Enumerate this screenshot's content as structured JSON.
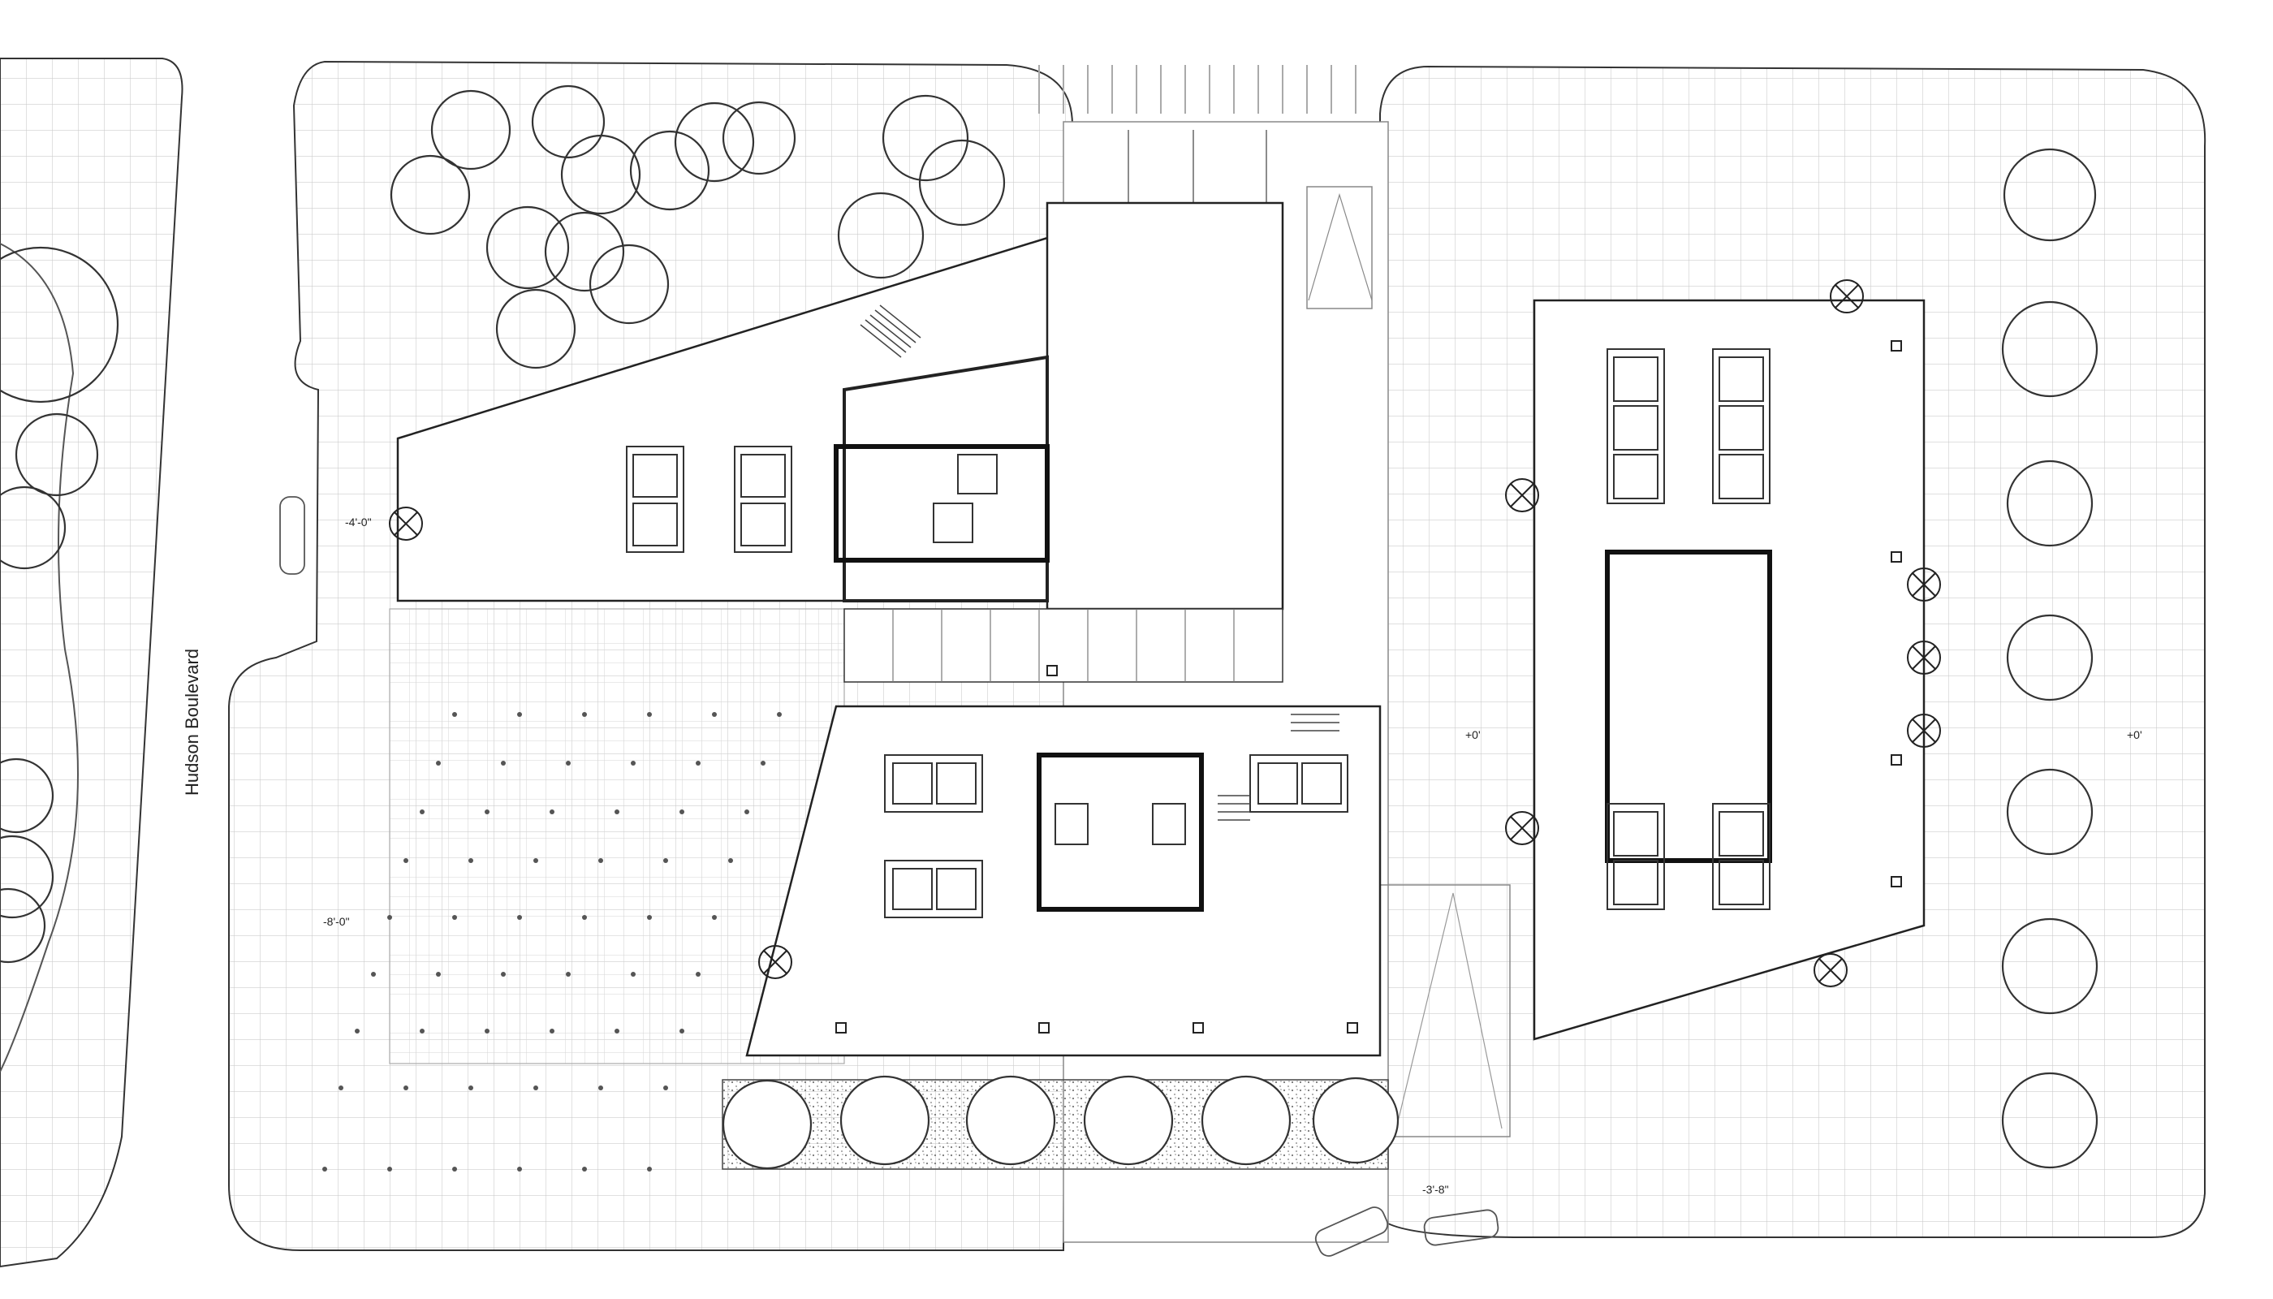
{
  "plan": {
    "street_label": "Hudson Boulevard",
    "elevations": {
      "west_entry": "-4'-0\"",
      "plaza_west": "-8'-0\"",
      "core_center": "+0'",
      "east_plaza": "+0'",
      "south_drive": "-3'-8\""
    }
  },
  "colors": {
    "line": "#333333",
    "grid": "#c9c9c9",
    "thin": "#888888",
    "wall": "#111111"
  },
  "icons": [
    "tree-icon",
    "column-icon",
    "revolving-door-icon",
    "elevator-icon",
    "stair-icon",
    "car-icon"
  ]
}
